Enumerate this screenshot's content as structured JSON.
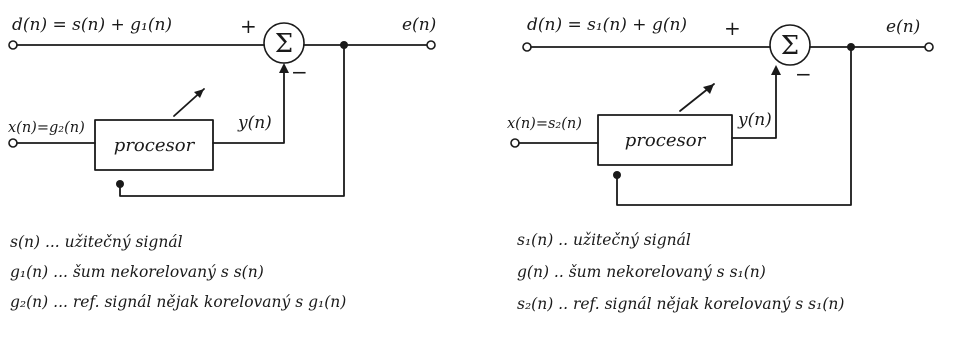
{
  "left": {
    "input_label": "d(n) = s(n) + g₁(n)",
    "plus": "+",
    "sum_symbol": "Σ",
    "minus": "−",
    "output_label": "e(n)",
    "ref_label": "x(n)=g₂(n)",
    "processor_label": "procesor",
    "y_label": "y(n)",
    "legend": [
      "s(n) ... užitečný signál",
      "g₁(n) ... šum nekorelovaný s s(n)",
      "g₂(n) ... ref. signál nějak korelovaný s g₁(n)"
    ]
  },
  "right": {
    "input_label": "d(n) = s₁(n) + g(n)",
    "plus": "+",
    "sum_symbol": "Σ",
    "minus": "−",
    "output_label": "e(n)",
    "ref_label": "x(n)=s₂(n)",
    "processor_label": "procesor",
    "y_label": "y(n)",
    "legend": [
      "s₁(n) .. užitečný signál",
      "g(n) .. šum nekorelovaný s s₁(n)",
      "s₂(n) .. ref. signál nějak korelovaný s s₁(n)"
    ]
  }
}
